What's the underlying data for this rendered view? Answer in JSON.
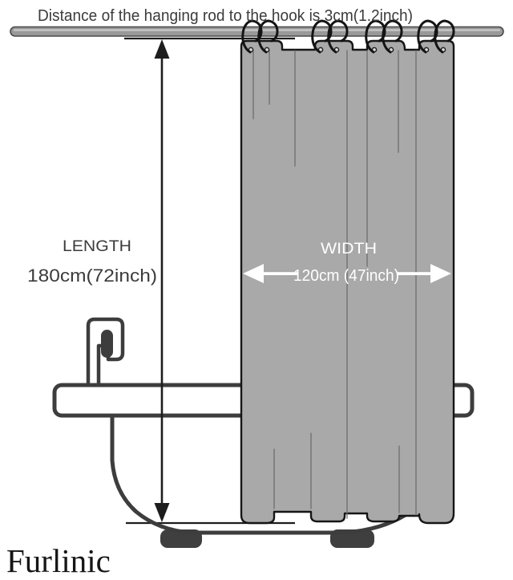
{
  "header": {
    "note": "Distance of the hanging rod to the hook is 3cm(1.2inch)"
  },
  "measurements": {
    "length": {
      "label": "LENGTH",
      "value": "180cm(72inch)"
    },
    "width": {
      "label": "WIDTH",
      "value": "120cm (47inch)"
    }
  },
  "brand": {
    "name": "Furlinic"
  },
  "figure": {
    "hook_pairs": 4,
    "hooks_total": 8,
    "elements": [
      "shower-rod",
      "curtain-hooks",
      "shower-curtain",
      "bathtub",
      "faucet",
      "length-arrow",
      "width-arrow"
    ]
  },
  "colors": {
    "background": "#FFFFFF",
    "curtain_gray": "#A9A9A9",
    "curtain_outline": "#161616",
    "rod_gray": "#999999",
    "rod_highlight": "#C8C8C8",
    "tub_outline": "#3D3D3D",
    "text_dark": "#3B3B3B",
    "text_light": "#FFFFFF"
  }
}
